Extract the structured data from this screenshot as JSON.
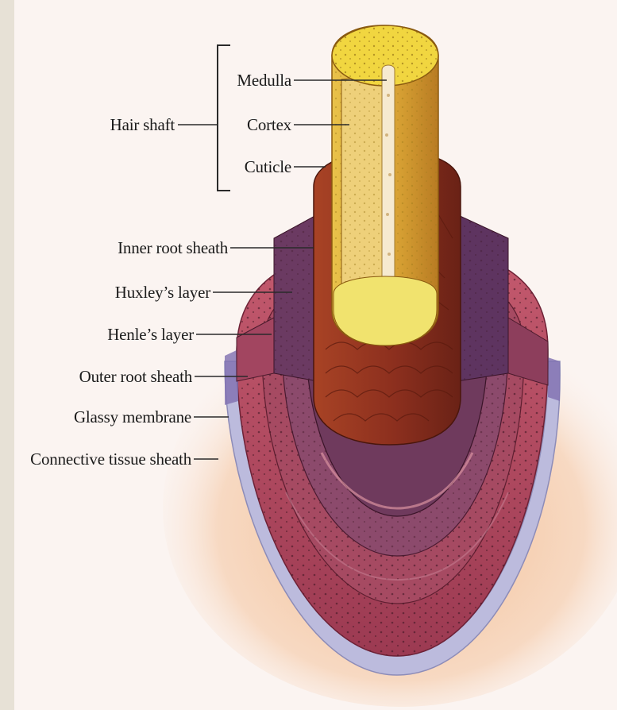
{
  "diagram": {
    "labels": {
      "hair_shaft": "Hair shaft",
      "medulla": "Medulla",
      "cortex": "Cortex",
      "cuticle": "Cuticle",
      "inner_root_sheath": "Inner root sheath",
      "huxleys_layer": "Huxley’s layer",
      "henles_layer": "Henle’s layer",
      "outer_root_sheath": "Outer root sheath",
      "glassy_membrane": "Glassy membrane",
      "connective_tissue_sheath": "Connective tissue sheath"
    },
    "colors": {
      "background": "#fbf4f1",
      "connective_tissue": "#b0506a",
      "glassy_membrane": "#b8b6d8",
      "outer_root_sheath": "#9c3e58",
      "henles_layer": "#8a4a6a",
      "huxleys_layer": "#6f3b5c",
      "cuticle": "#8c2f1e",
      "cortex": "#e1b53c",
      "medulla": "#f5e6c0",
      "halo": "#f3b98c"
    }
  }
}
